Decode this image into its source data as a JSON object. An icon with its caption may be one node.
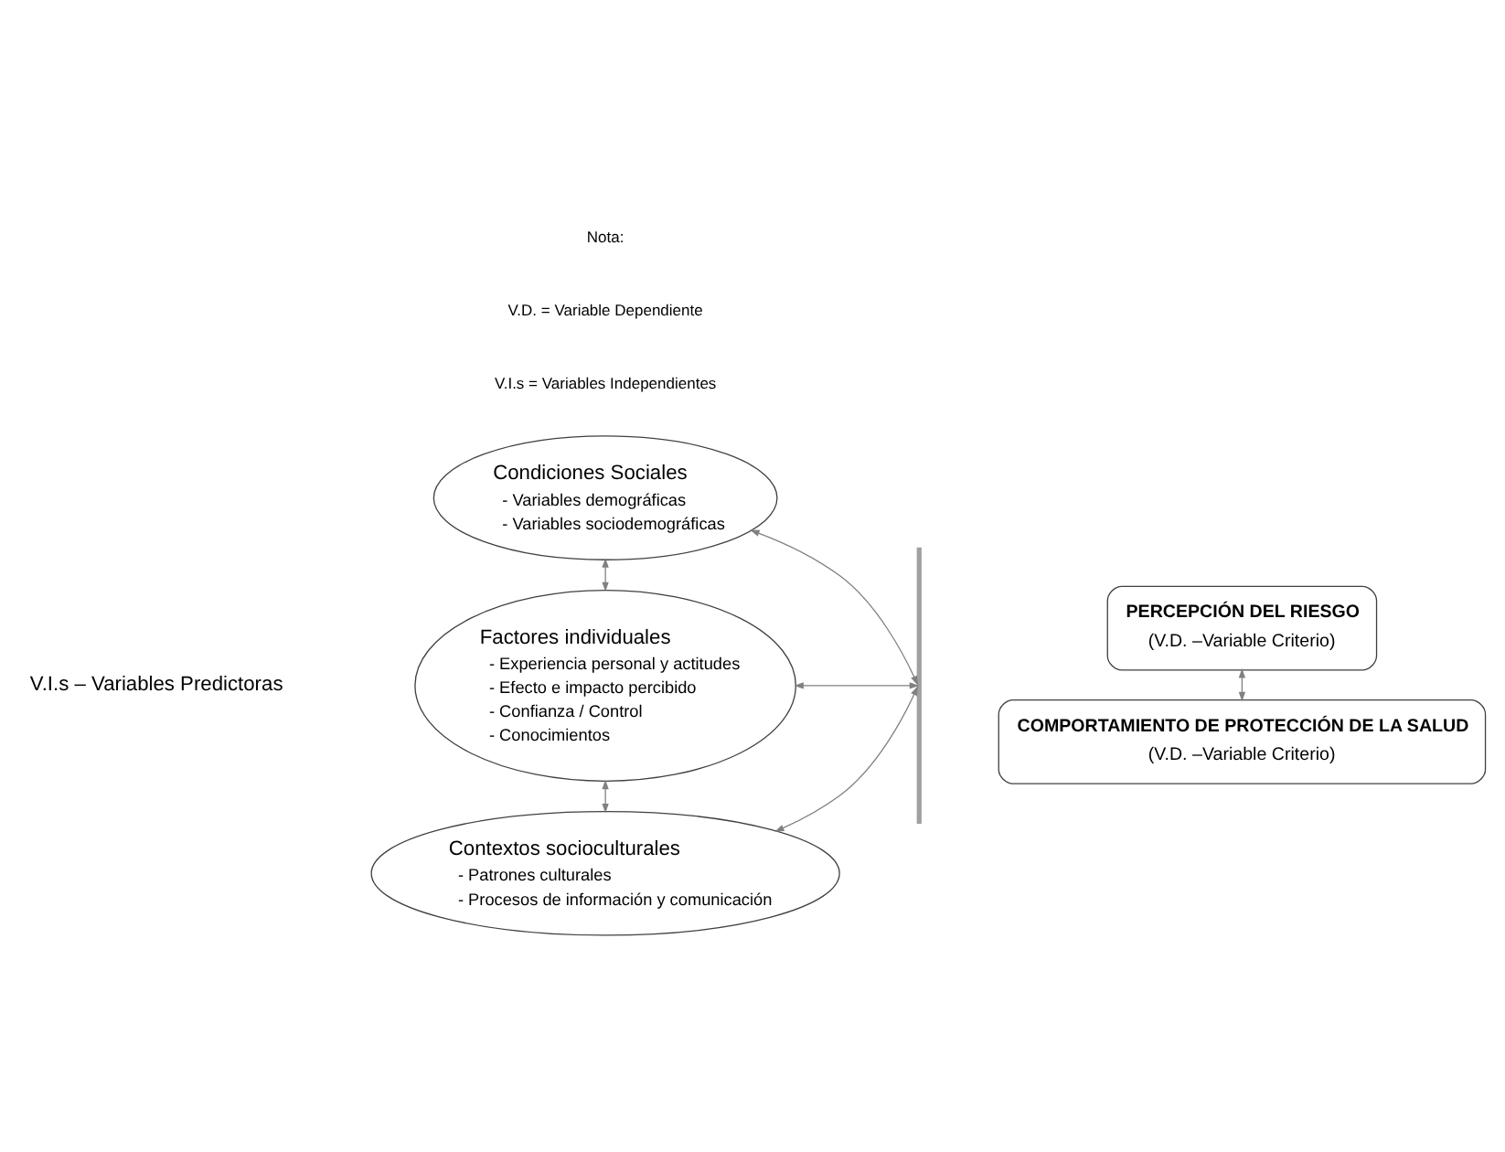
{
  "diagram": {
    "nodes": [
      {
        "text": [
          "Condiciones Sociales",
          "- Variables demográficas",
          "- Variables sociodemográficas"
        ]
      },
      {
        "text": [
          "Factores individuales",
          "- Experiencia personal y actitudes",
          "- Efecto e impacto percibido",
          "- Confianza / Control",
          "- Conocimientos"
        ]
      },
      {
        "text": [
          "Contextos socioculturales",
          "- Patrones culturales",
          "- Procesos de información y comunicación"
        ]
      },
      {
        "text": [],
        "shape": "bar"
      },
      {
        "text": [
          "PERCEPCIÓN DEL RIESGO",
          "(V.D. –Variable Criterio)"
        ]
      },
      {
        "text": [
          "COMPORTAMIENTO DE PROTECCIÓN DE LA SALUD",
          "(V.D. –Variable Criterio)"
        ]
      }
    ],
    "edges": [
      {
        "from": 0,
        "to": 1,
        "arrow": "both"
      },
      {
        "from": 0,
        "to": 3,
        "arrow": "both"
      },
      {
        "from": 1,
        "to": 3,
        "arrow": "both"
      },
      {
        "from": 1,
        "to": 2,
        "arrow": "both"
      },
      {
        "from": 2,
        "to": 3,
        "arrow": "both"
      },
      {
        "from": 4,
        "to": 5,
        "arrow": "both"
      }
    ],
    "labels": [
      "V.I.s – Variables Predictoras",
      "Nota:",
      "V.D. = Variable Dependiente",
      "V.I.s = Variables Independientes"
    ]
  }
}
